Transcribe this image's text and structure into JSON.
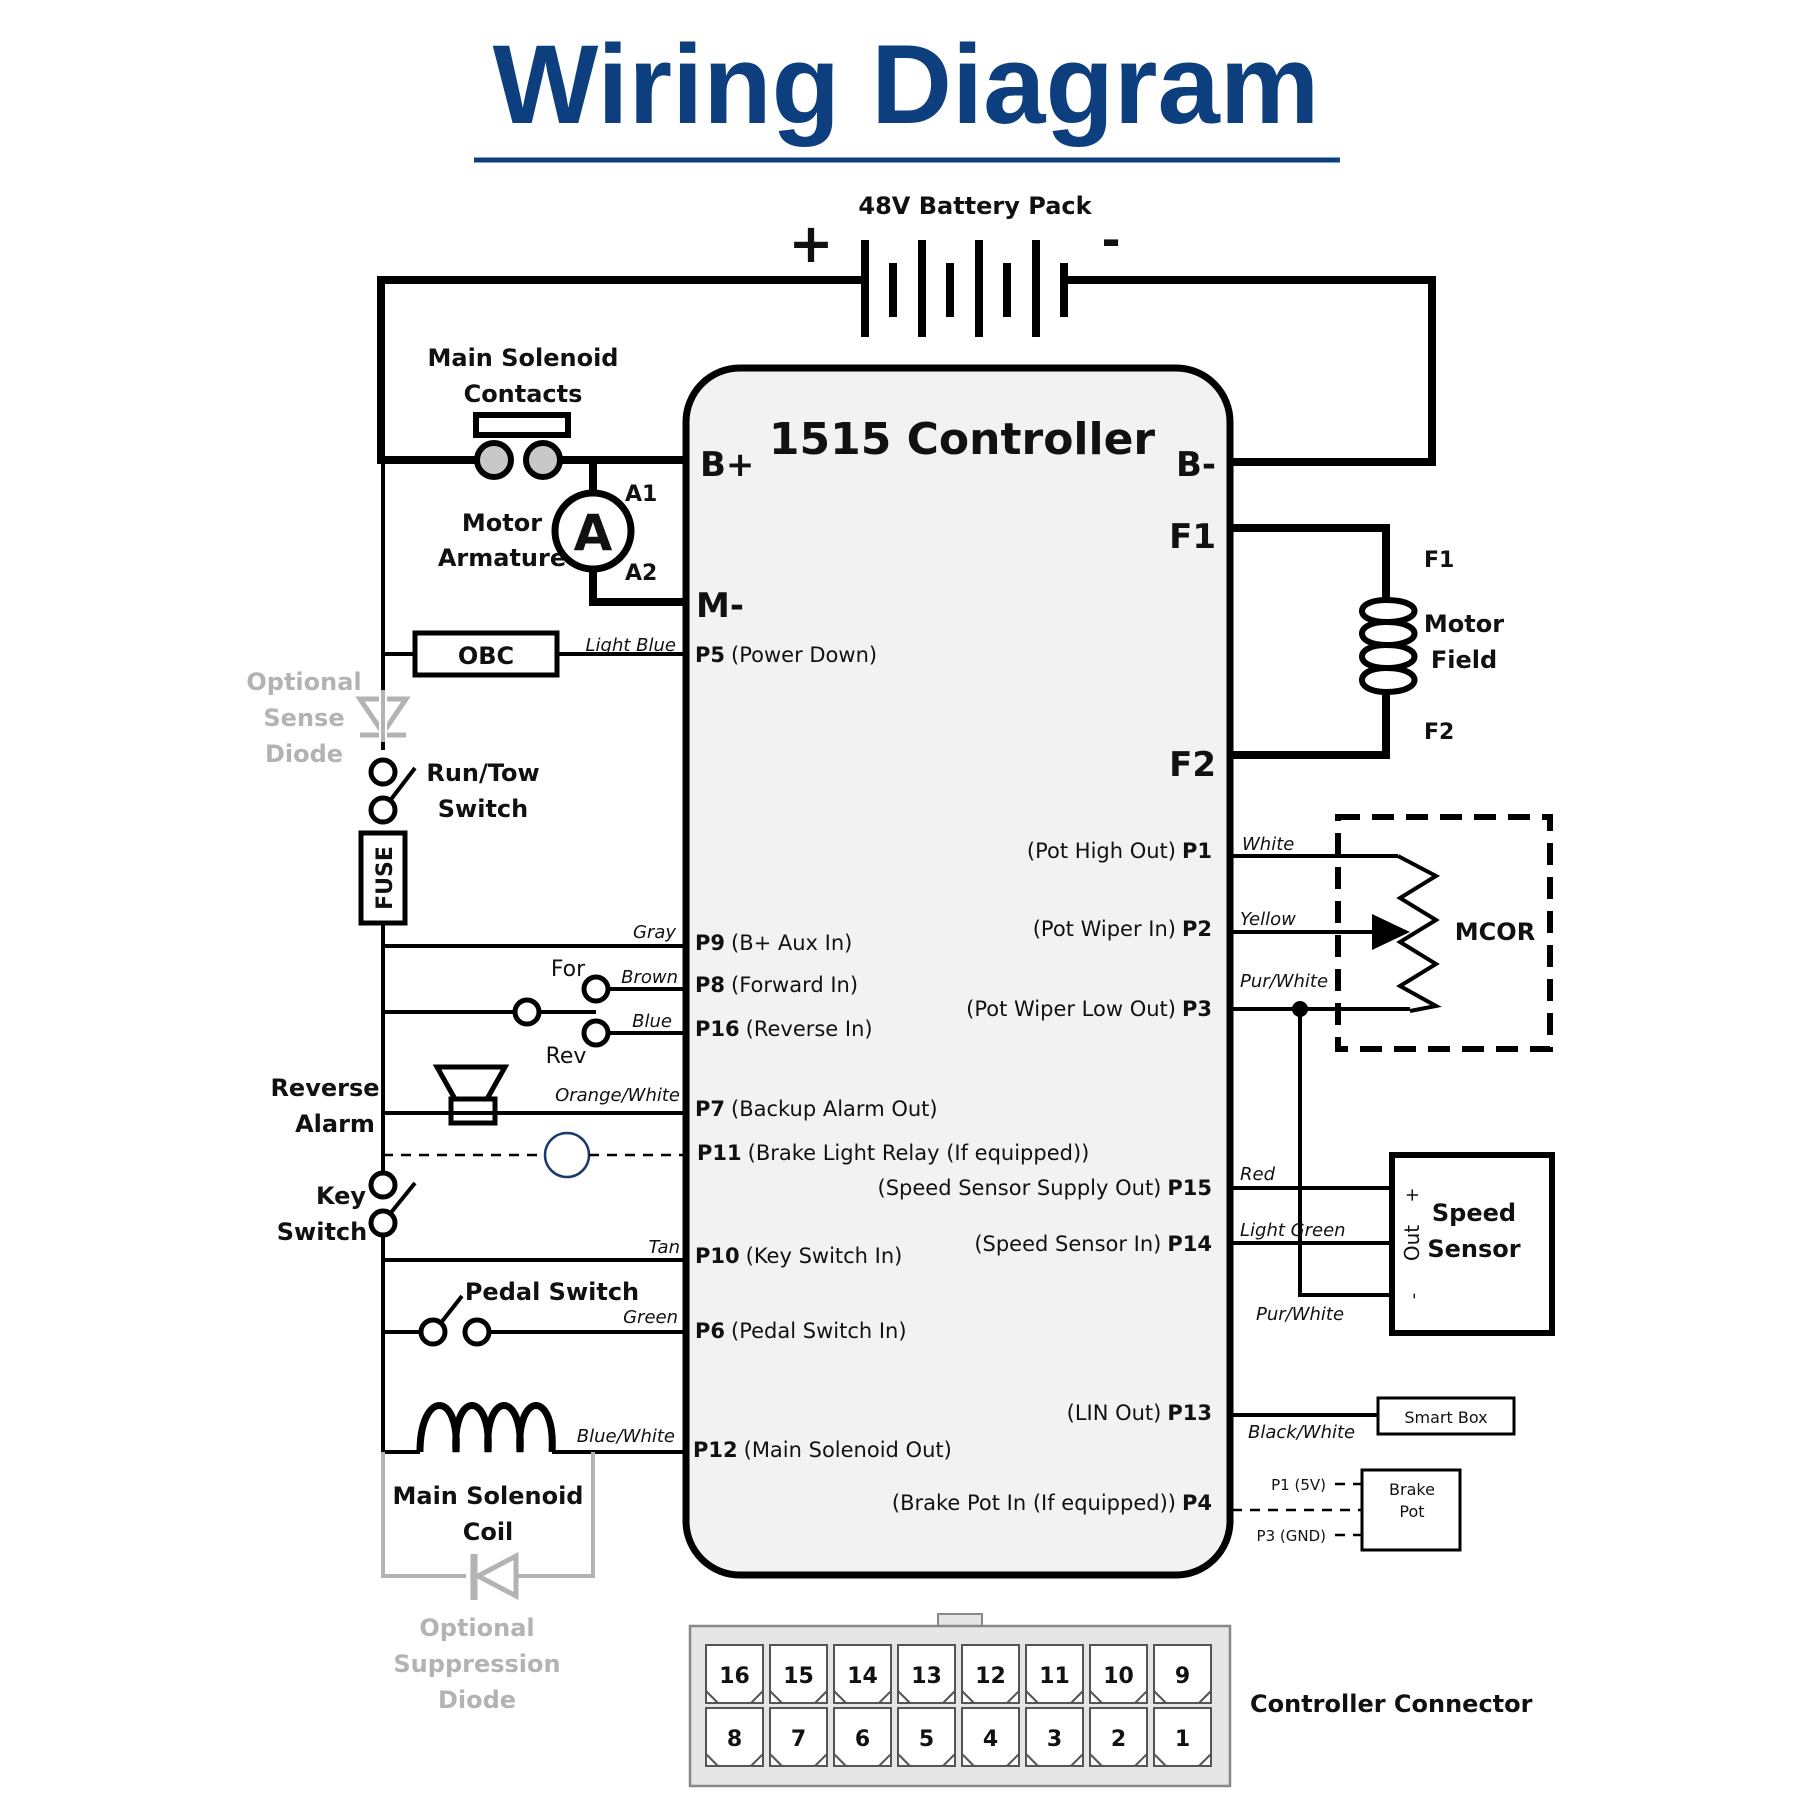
{
  "title": "Wiring Diagram",
  "colors": {
    "title": "#0d3f7f",
    "optional": "#b3b3b3",
    "controller_fill": "#f2f2f2",
    "connector_fill": "#e6e6e6"
  },
  "battery": {
    "label": "48V Battery Pack",
    "plus": "+",
    "minus": "-"
  },
  "controller": {
    "name": "1515 Controller",
    "b_plus": "B+",
    "b_minus": "B-",
    "m_minus": "M-",
    "f1": "F1",
    "f2": "F2"
  },
  "left_components": {
    "main_solenoid_contacts": [
      "Main Solenoid",
      "Contacts"
    ],
    "motor_armature": [
      "Motor",
      "Armature"
    ],
    "armature_symbol": "A",
    "a1": "A1",
    "a2": "A2",
    "obc": "OBC",
    "optional_sense_diode": [
      "Optional",
      "Sense",
      "Diode"
    ],
    "run_tow_switch": [
      "Run/Tow",
      "Switch"
    ],
    "fuse": "FUSE",
    "for": "For",
    "rev": "Rev",
    "reverse_alarm": [
      "Reverse",
      "Alarm"
    ],
    "key_switch": [
      "Key",
      "Switch"
    ],
    "pedal_switch": "Pedal Switch",
    "main_solenoid_coil": [
      "Main Solenoid",
      "Coil"
    ],
    "optional_suppression_diode": [
      "Optional",
      "Suppression",
      "Diode"
    ]
  },
  "wire_colors_left": {
    "light_blue": "Light Blue",
    "gray": "Gray",
    "brown": "Brown",
    "blue": "Blue",
    "orange_white": "Orange/White",
    "tan": "Tan",
    "green": "Green",
    "blue_white": "Blue/White"
  },
  "left_pins": [
    {
      "pin": "P5",
      "desc": "(Power Down)"
    },
    {
      "pin": "P9",
      "desc": "(B+ Aux In)"
    },
    {
      "pin": "P8",
      "desc": "(Forward In)"
    },
    {
      "pin": "P16",
      "desc": "(Reverse In)"
    },
    {
      "pin": "P7",
      "desc": "(Backup Alarm Out)"
    },
    {
      "pin": "P11",
      "desc": "(Brake Light Relay (If equipped))"
    },
    {
      "pin": "P10",
      "desc": "(Key Switch In)"
    },
    {
      "pin": "P6",
      "desc": "(Pedal Switch In)"
    },
    {
      "pin": "P12",
      "desc": "(Main Solenoid Out)"
    }
  ],
  "right_pins": [
    {
      "pin": "P1",
      "desc": "(Pot High Out)"
    },
    {
      "pin": "P2",
      "desc": "(Pot Wiper In)"
    },
    {
      "pin": "P3",
      "desc": "(Pot Wiper Low Out)"
    },
    {
      "pin": "P15",
      "desc": "(Speed Sensor Supply Out)"
    },
    {
      "pin": "P14",
      "desc": "(Speed Sensor In)"
    },
    {
      "pin": "P13",
      "desc": "(LIN Out)"
    },
    {
      "pin": "P4",
      "desc": "(Brake Pot In (If equipped))"
    }
  ],
  "right_components": {
    "motor_field": [
      "Motor",
      "Field"
    ],
    "field_f1": "F1",
    "field_f2": "F2",
    "mcor": "MCOR",
    "speed_sensor": [
      "Speed",
      "Sensor"
    ],
    "sensor_plus": "+",
    "sensor_out": "Out",
    "sensor_minus": "-",
    "smart_box": "Smart Box",
    "brake_pot": [
      "Brake",
      "Pot"
    ],
    "brake_p1": "P1 (5V)",
    "brake_p3": "P3 (GND)"
  },
  "wire_colors_right": {
    "white": "White",
    "yellow": "Yellow",
    "pur_white": "Pur/White",
    "red": "Red",
    "light_green": "Light Green",
    "pur_white_2": "Pur/White",
    "black_white": "Black/White"
  },
  "connector": {
    "label": "Controller Connector",
    "top_row": [
      "16",
      "15",
      "14",
      "13",
      "12",
      "11",
      "10",
      "9"
    ],
    "bottom_row": [
      "8",
      "7",
      "6",
      "5",
      "4",
      "3",
      "2",
      "1"
    ]
  }
}
